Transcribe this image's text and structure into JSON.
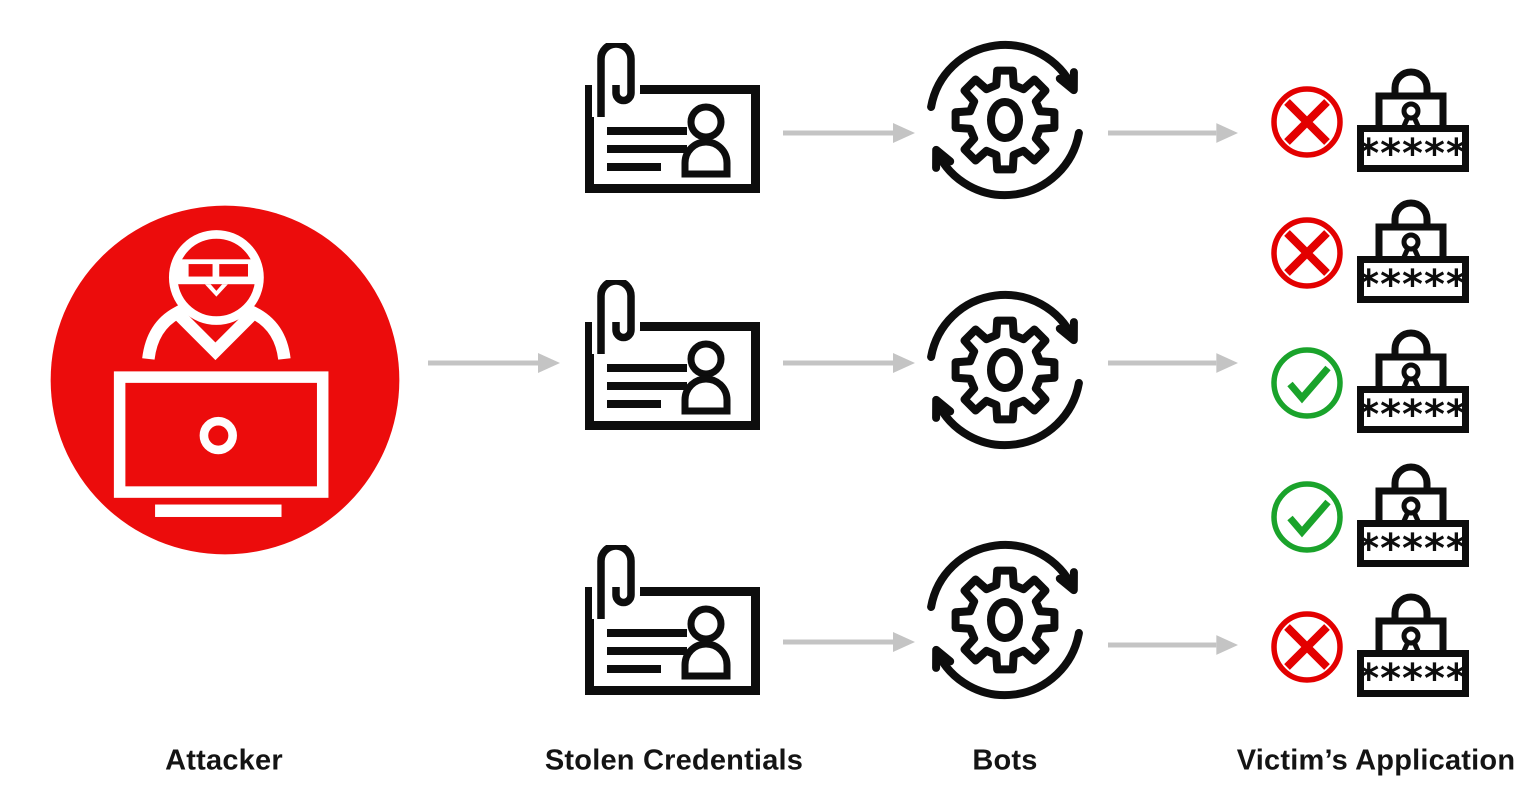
{
  "columns": {
    "attacker": {
      "label": "Attacker"
    },
    "stolen_credentials": {
      "label": "Stolen Credentials",
      "card_count": 3
    },
    "bots": {
      "label": "Bots",
      "bot_count": 3
    },
    "victim_application": {
      "label": "Victim’s Application",
      "password_mask": "*****",
      "attempts": [
        {
          "status": "fail"
        },
        {
          "status": "fail"
        },
        {
          "status": "success"
        },
        {
          "status": "success"
        },
        {
          "status": "fail"
        }
      ]
    }
  },
  "icons": {
    "attacker": "hacker-at-laptop-icon",
    "stolen_credentials": "id-card-paperclip-icon",
    "bots": "gear-sync-arrows-icon",
    "fail": "x-circle-icon",
    "success": "check-circle-icon",
    "victim": "padlock-password-field-icon",
    "flow": "right-arrow"
  },
  "colors": {
    "attacker-red": "#ec0c0c",
    "fail-red": "#e30000",
    "success-green": "#1aa32b",
    "arrow-gray": "#c4c4c4",
    "ink": "#0d0d0d",
    "background": "#ffffff"
  }
}
